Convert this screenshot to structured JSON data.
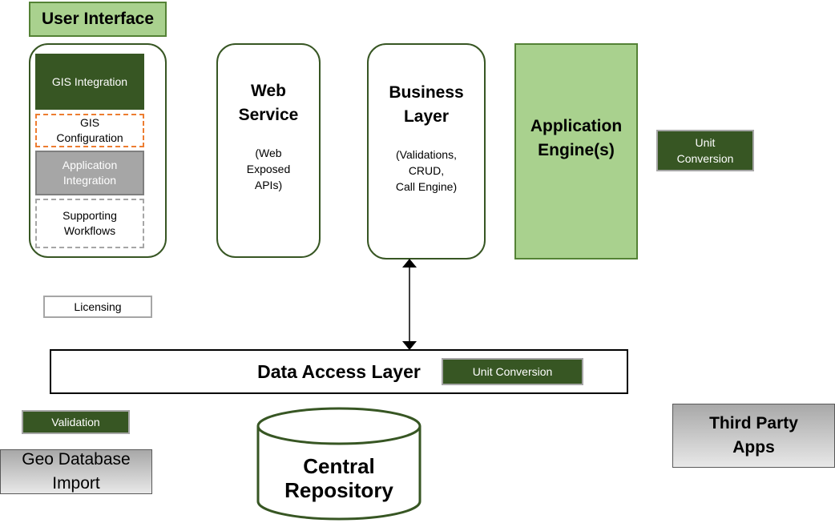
{
  "user_interface": {
    "title": "User Interface",
    "gis_integration": "GIS Integration",
    "gis_configuration": [
      "GIS",
      "Configuration"
    ],
    "application_integration": [
      "Application",
      "Integration"
    ],
    "supporting_workflows": [
      "Supporting",
      "Workflows"
    ]
  },
  "web_service": {
    "title": [
      "Web",
      "Service"
    ],
    "subtitle": [
      "(Web",
      "Exposed",
      "APIs)"
    ]
  },
  "business_layer": {
    "title": [
      "Business",
      "Layer"
    ],
    "subtitle": [
      "(Validations,",
      "CRUD,",
      "Call Engine)"
    ]
  },
  "application_engine": {
    "title": [
      "Application",
      "Engine(s)"
    ]
  },
  "unit_conversion_engine": [
    "Unit",
    "Conversion"
  ],
  "licensing": "Licensing",
  "data_access_layer": {
    "title": "Data Access Layer",
    "unit_conversion": "Unit Conversion"
  },
  "validation": "Validation",
  "geo_database_import": [
    "Geo Database",
    "Import"
  ],
  "central_repository": [
    "Central",
    "Repository"
  ],
  "third_party_apps": [
    "Third Party",
    "Apps"
  ],
  "colors": {
    "dark_green": "#375623",
    "light_green": "#a9d18e",
    "grey": "#a6a6a6",
    "orange_dash": "#ed7d31"
  }
}
